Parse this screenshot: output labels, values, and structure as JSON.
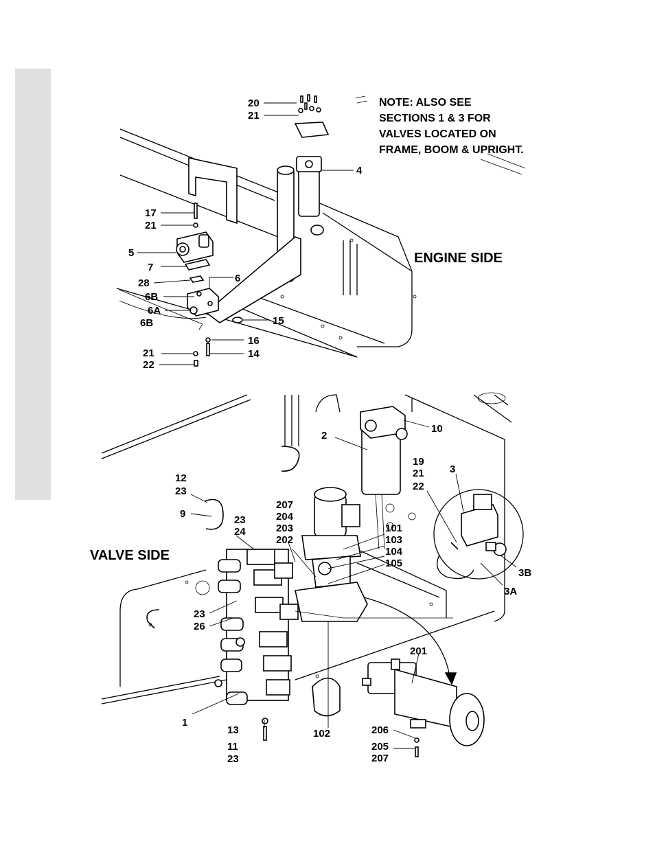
{
  "note": {
    "lines": [
      "NOTE: ALSO SEE",
      "SECTIONS 1 & 3 FOR",
      "VALVES LOCATED ON",
      "FRAME, BOOM & UPRIGHT."
    ]
  },
  "titles": {
    "engine_side": "ENGINE SIDE",
    "valve_side": "VALVE SIDE"
  },
  "engine_labels": [
    "20",
    "21",
    "4",
    "17",
    "21",
    "5",
    "7",
    "28",
    "6",
    "6B",
    "6A",
    "6B",
    "15",
    "16",
    "21",
    "14",
    "22"
  ],
  "valve_labels": [
    "10",
    "2",
    "19",
    "21",
    "22",
    "3",
    "12",
    "23",
    "9",
    "23",
    "24",
    "207",
    "204",
    "203",
    "202",
    "101",
    "103",
    "104",
    "105",
    "3B",
    "3A",
    "23",
    "26",
    "201",
    "1",
    "13",
    "102",
    "206",
    "11",
    "23",
    "205",
    "207"
  ]
}
